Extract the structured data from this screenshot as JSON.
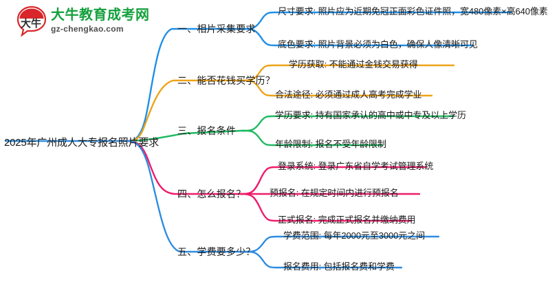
{
  "logo": {
    "badge_text": "大牛",
    "title": "大牛教育成考网",
    "domain": "gz-chengkao.com",
    "title_color": "#14a03c",
    "badge_color": "#d9262b"
  },
  "mindmap": {
    "root": {
      "label": "2025年广州成人大专报名照片要求"
    },
    "branches": [
      {
        "index": "1",
        "label": "一、相片采集要求",
        "color": "#1f8fe8",
        "children": [
          {
            "label": "尺寸要求: 照片应为近期免冠正面彩色证件照，宽480像素×高640像素"
          },
          {
            "label": "底色要求: 照片背景必须为白色，确保人像清晰可见"
          }
        ]
      },
      {
        "index": "2",
        "label": "二、能否花钱买学历？",
        "color": "#eda217",
        "children": [
          {
            "label": "学历获取: 不能通过金钱交易获得"
          },
          {
            "label": "合法途径: 必须通过成人高考完成学业"
          }
        ]
      },
      {
        "index": "3",
        "label": "三、报名条件",
        "color": "#1db960",
        "children": [
          {
            "label": "学历要求: 持有国家承认的高中或中专及以上学历"
          },
          {
            "label": "年龄限制: 报名不受年龄限制"
          }
        ]
      },
      {
        "index": "4",
        "label": "四、怎么报名？",
        "color": "#ef1b6b",
        "children": [
          {
            "label": "登录系统: 登录广东省自学考试管理系统"
          },
          {
            "label": "预报名: 在规定时间内进行预报名"
          },
          {
            "label": "正式报名: 完成正式报名并缴纳费用"
          }
        ]
      },
      {
        "index": "5",
        "label": "五、学费要多少？",
        "color": "#2e8ce0",
        "children": [
          {
            "label": "学费范围: 每年2000元至3000元之间"
          },
          {
            "label": "报名费用: 包括报名费和学费"
          }
        ]
      }
    ]
  }
}
